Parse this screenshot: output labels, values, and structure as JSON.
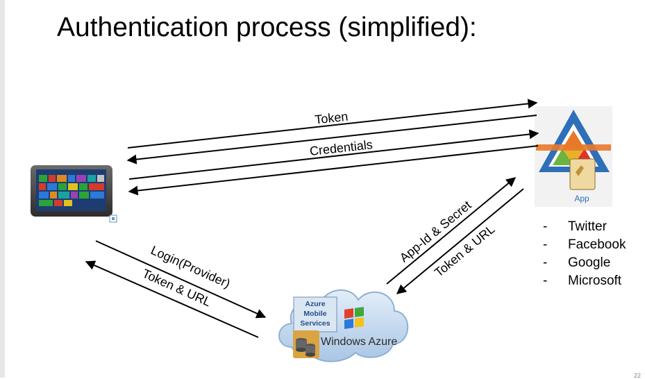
{
  "slide": {
    "title": "Authentication process (simplified):",
    "page_number": "22"
  },
  "arrows": {
    "token": "Token",
    "credentials": "Credentials",
    "login_provider": "Login(Provider)",
    "token_url_left": "Token & URL",
    "app_id_secret": "App-Id & Secret",
    "token_url_right": "Token & URL"
  },
  "app": {
    "label": "App",
    "icon": "app-triangle-icon"
  },
  "azure": {
    "mobile_services_line1": "Azure",
    "mobile_services_line2": "Mobile",
    "mobile_services_line3": "Services",
    "brand": "Windows Azure",
    "icon": "azure-cloud-icon"
  },
  "device": {
    "icon": "tablet-icon"
  },
  "providers": {
    "bullet": "-",
    "items": [
      "Twitter",
      "Facebook",
      "Google",
      "Microsoft"
    ]
  },
  "colors": {
    "app_triangle_blue": "#2e6fb8",
    "app_orange": "#e8792a",
    "cloud_fill": "#c9dcef",
    "azure_blue": "#1f79c7"
  }
}
